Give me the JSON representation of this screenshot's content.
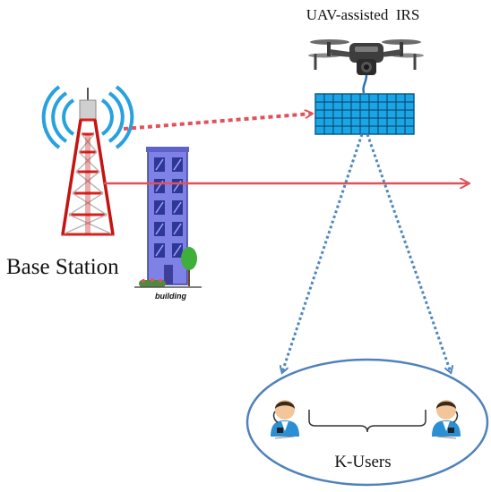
{
  "labels": {
    "uav_irs": "UAV-assisted  IRS",
    "base_station": "Base Station",
    "building": "building",
    "k_users": "K-Users"
  },
  "colors": {
    "signal_arrow": "#e0525a",
    "irs_panel": "#1aa6e6",
    "user_link": "#4d86c2",
    "user_ellipse": "#4f81bd",
    "tower_red": "#d9201c",
    "building_purple": "#7e82e6"
  },
  "icons": [
    "tower-icon",
    "building-icon",
    "drone-icon",
    "irs-panel-icon",
    "user-icon"
  ]
}
